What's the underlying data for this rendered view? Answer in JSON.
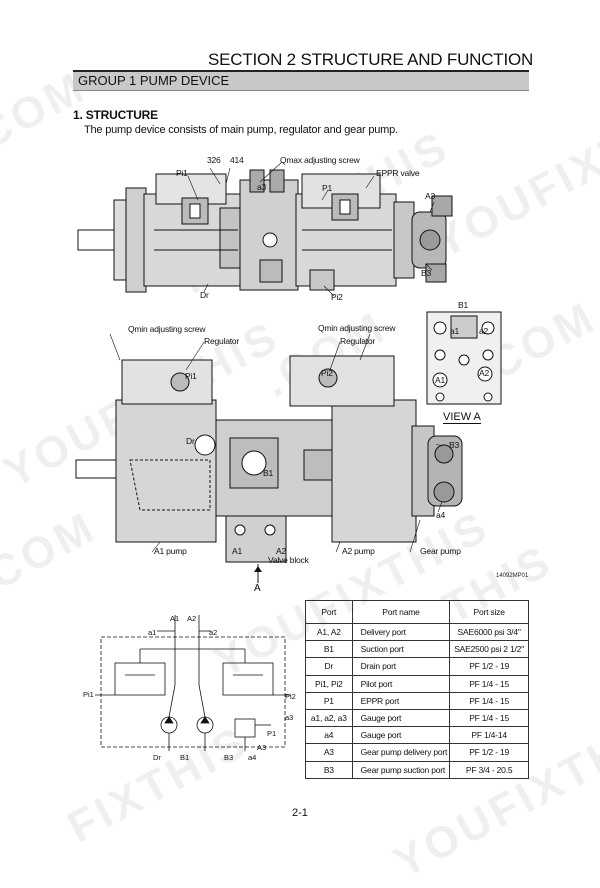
{
  "header": {
    "section_title": "SECTION 2 STRUCTURE AND FUNCTION",
    "group_title": "GROUP 1 PUMP DEVICE"
  },
  "structure": {
    "heading": "1. STRUCTURE",
    "intro": "The pump device consists of main pump, regulator and gear pump."
  },
  "figure_top": {
    "labels": {
      "n326": "326",
      "n414": "414",
      "qmax": "Qmax adjusting screw",
      "pi1": "Pi1",
      "a3": "a3",
      "p1": "P1",
      "eppr": "EPPR valve",
      "A3": "A3",
      "B3": "B3",
      "dr": "Dr",
      "pi2": "Pi2"
    }
  },
  "view_a": {
    "title": "VIEW  A",
    "b1": "B1",
    "a1": "a1",
    "a2": "a2",
    "A1": "A1",
    "A2": "A2"
  },
  "figure_bottom": {
    "labels": {
      "qmin_left": "Qmin adjusting screw",
      "regulator_left": "Regulator",
      "qmin_right": "Qmin adjusting screw",
      "regulator_right": "Regulator",
      "pi1": "Pi1",
      "pi2": "Pi2",
      "dr": "Dr",
      "b1": "B1",
      "b3": "B3",
      "a4": "a4",
      "a1_pump": "A1 pump",
      "A1": "A1",
      "A2": "A2",
      "valve_block": "Valve block",
      "a2_pump": "A2 pump",
      "gear_pump": "Gear pump",
      "A": "A"
    },
    "code": "14092MP01"
  },
  "schematic": {
    "labels": {
      "A1": "A1",
      "A2": "A2",
      "a1": "a1",
      "a2": "a2",
      "pi1": "Pi1",
      "pi2": "Pi2",
      "a3": "a3",
      "p1": "P1",
      "A3": "A3",
      "dr": "Dr",
      "B1": "B1",
      "B3": "B3",
      "a4": "a4"
    }
  },
  "port_table": {
    "headers": [
      "Port",
      "Port name",
      "Port size"
    ],
    "rows": [
      [
        "A1, A2",
        "Delivery port",
        "SAE6000 psi 3/4\""
      ],
      [
        "B1",
        "Suction port",
        "SAE2500 psi 2 1/2\""
      ],
      [
        "Dr",
        "Drain port",
        "PF 1/2 - 19"
      ],
      [
        "Pi1, Pi2",
        "Pilot port",
        "PF 1/4 - 15"
      ],
      [
        "P1",
        "EPPR port",
        "PF 1/4 - 15"
      ],
      [
        "a1, a2, a3",
        "Gauge port",
        "PF 1/4 - 15"
      ],
      [
        "a4",
        "Gauge port",
        "PF 1/4-14"
      ],
      [
        "A3",
        "Gear pump delivery port",
        "PF 1/2 - 19"
      ],
      [
        "B3",
        "Gear pump suction port",
        "PF 3/4 - 20.5"
      ]
    ]
  },
  "watermark": "YOUFIXTHIS.COM",
  "page_number": "2-1"
}
